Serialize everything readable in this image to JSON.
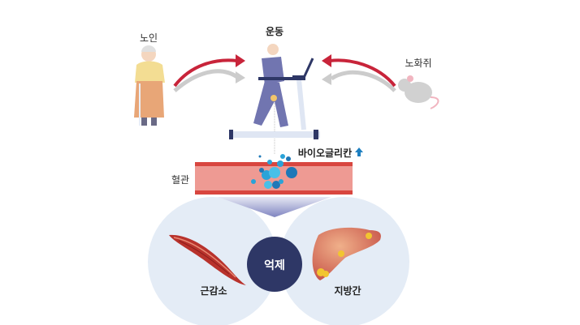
{
  "labels": {
    "elderly": "노인",
    "exercise": "운동",
    "aged_mouse": "노화쥐",
    "biglycan": "바이오글리칸",
    "blood_vessel": "혈관",
    "inhibition": "억제",
    "sarcopenia": "근감소",
    "fatty_liver": "지방간"
  },
  "icons": {
    "increase": "arrow-up-icon"
  },
  "colors": {
    "arrow_red": "#c8243a",
    "vessel": "#ee9a93",
    "vessel_edge": "#d8463f",
    "circle_bg": "#e4ecf6",
    "inhibit_circle": "#2e3766",
    "molecule_blue": "#2aa3d8",
    "up_arrow": "#1e7fc0"
  }
}
